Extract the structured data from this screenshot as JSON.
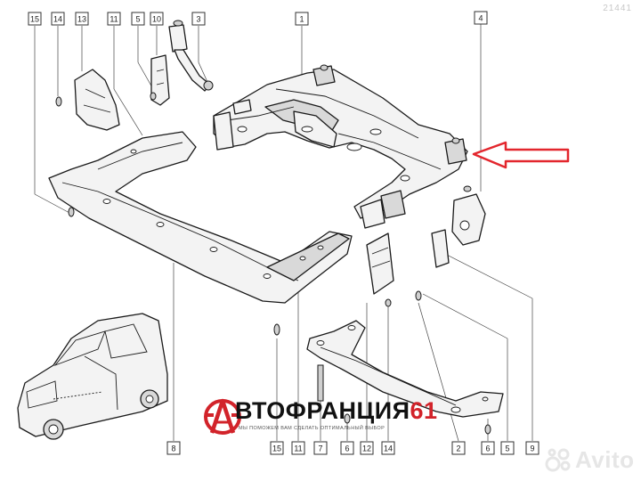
{
  "diagram": {
    "watermark_id": "21441",
    "callouts": [
      {
        "id": "c15-top",
        "label": "15"
      },
      {
        "id": "c14-top",
        "label": "14"
      },
      {
        "id": "c13",
        "label": "13"
      },
      {
        "id": "c11-top",
        "label": "11"
      },
      {
        "id": "c5-top",
        "label": "5"
      },
      {
        "id": "c10",
        "label": "10"
      },
      {
        "id": "c3",
        "label": "3"
      },
      {
        "id": "c1",
        "label": "1"
      },
      {
        "id": "c4",
        "label": "4"
      },
      {
        "id": "c8",
        "label": "8"
      },
      {
        "id": "c15-bot",
        "label": "15"
      },
      {
        "id": "c11-bot",
        "label": "11"
      },
      {
        "id": "c7",
        "label": "7"
      },
      {
        "id": "c6-a",
        "label": "6"
      },
      {
        "id": "c12",
        "label": "12"
      },
      {
        "id": "c14-bot",
        "label": "14"
      },
      {
        "id": "c2",
        "label": "2"
      },
      {
        "id": "c6-b",
        "label": "6"
      },
      {
        "id": "c5-bot",
        "label": "5"
      },
      {
        "id": "c9",
        "label": "9"
      }
    ],
    "arrow_color": "#e3262d"
  },
  "logo": {
    "prefix": "ВТОФРАНЦИЯ",
    "number": "61",
    "tagline": "МЫ ПОМОЖЕМ ВАМ СДЕЛАТЬ ОПТИМАЛЬНЫЙ ВЫБОР",
    "brand_color": "#d2232a",
    "icon": "car-a-logo-icon"
  },
  "avito": {
    "name": "Avito",
    "icon": "avito-dots-icon"
  }
}
